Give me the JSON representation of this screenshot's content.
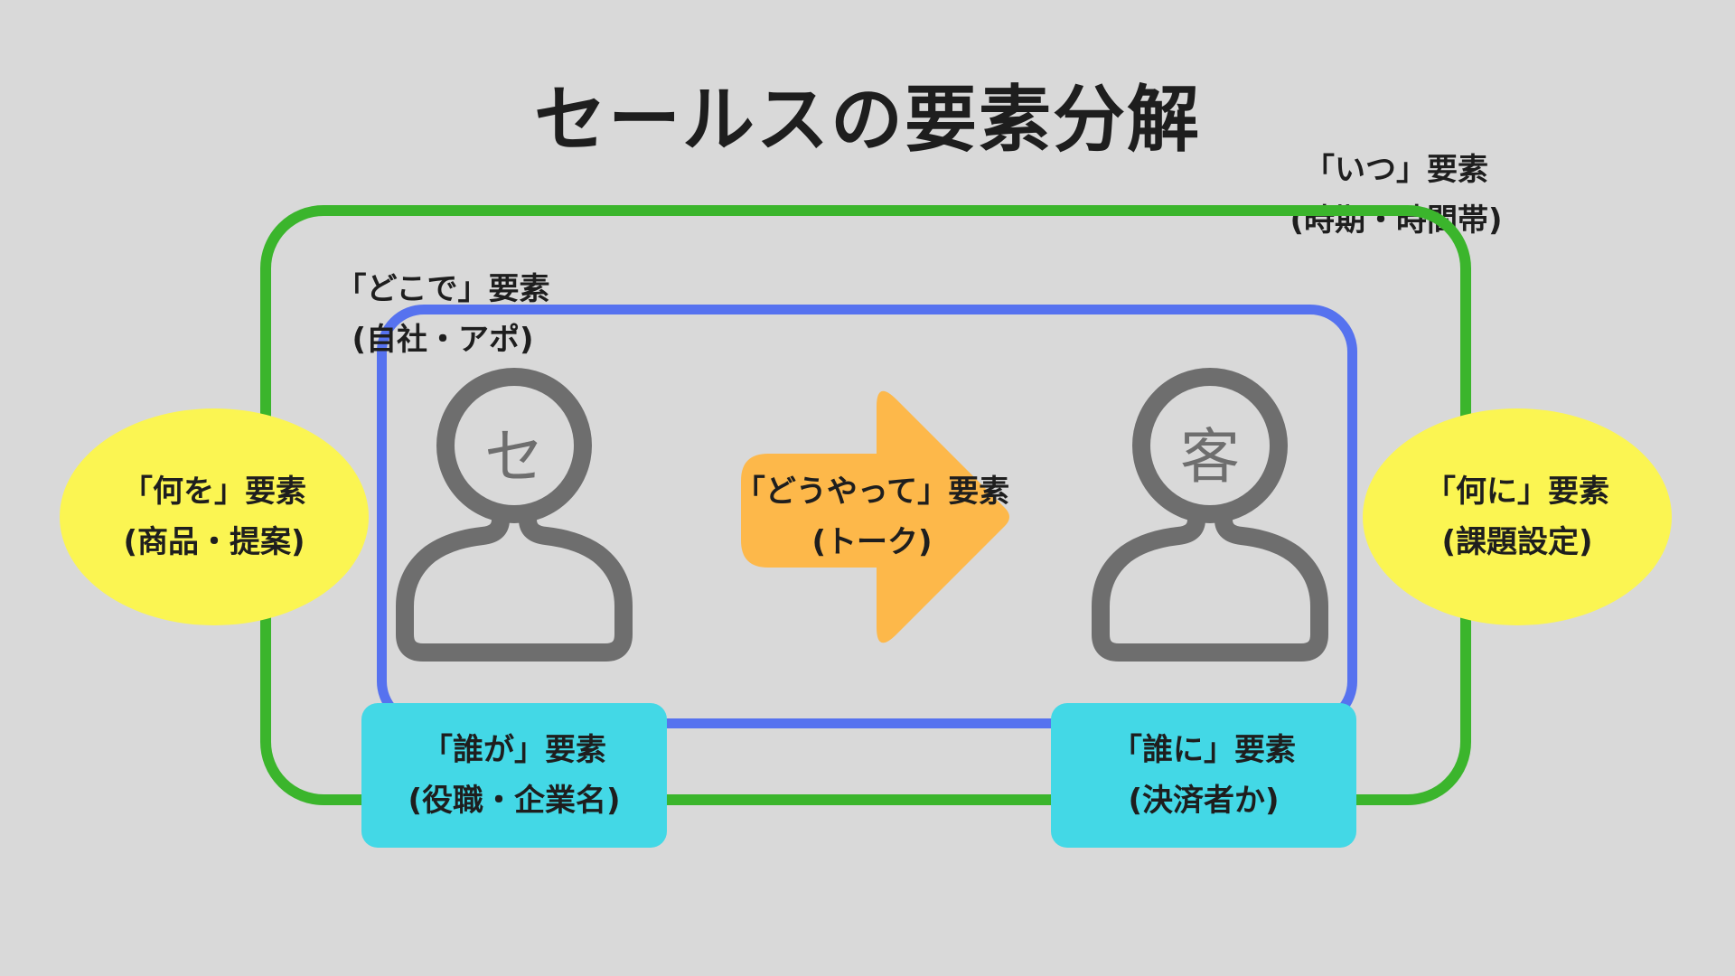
{
  "title": "セールスの要素分解",
  "when": {
    "line1": "「いつ」要素",
    "line2": "(時期・時間帯)"
  },
  "where": {
    "line1": "「どこで」要素",
    "line2": "(自社・アポ)"
  },
  "what": {
    "line1": "「何を」要素",
    "line2": "(商品・提案)"
  },
  "to_what": {
    "line1": "「何に」要素",
    "line2": "(課題設定)"
  },
  "how": {
    "line1": "「どうやって」要素",
    "line2": "(トーク)"
  },
  "who": {
    "line1": "「誰が」要素",
    "line2": "(役職・企業名)"
  },
  "to_whom": {
    "line1": "「誰に」要素",
    "line2": "(決済者か)"
  },
  "seller": {
    "char": "セ"
  },
  "customer": {
    "char": "客"
  },
  "colors": {
    "background": "#d9d9d9",
    "green": "#3bb52c",
    "blue": "#5672ef",
    "yellow": "#fbf552",
    "cyan": "#43d8e6",
    "orange": "#fdb84a",
    "person": "#6e6e6e"
  }
}
